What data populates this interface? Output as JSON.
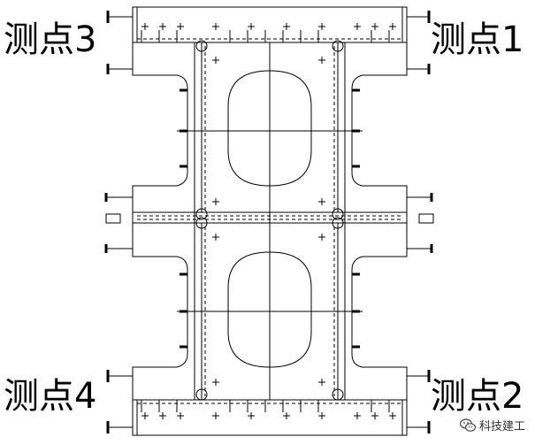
{
  "labels": {
    "point_1": "测点1",
    "point_2": "测点2",
    "point_3": "测点3",
    "point_4": "测点4"
  },
  "watermark": {
    "text": "科技建工",
    "icon": "wechat-icon"
  },
  "colors": {
    "line": "#000000",
    "background": "#ffffff"
  }
}
